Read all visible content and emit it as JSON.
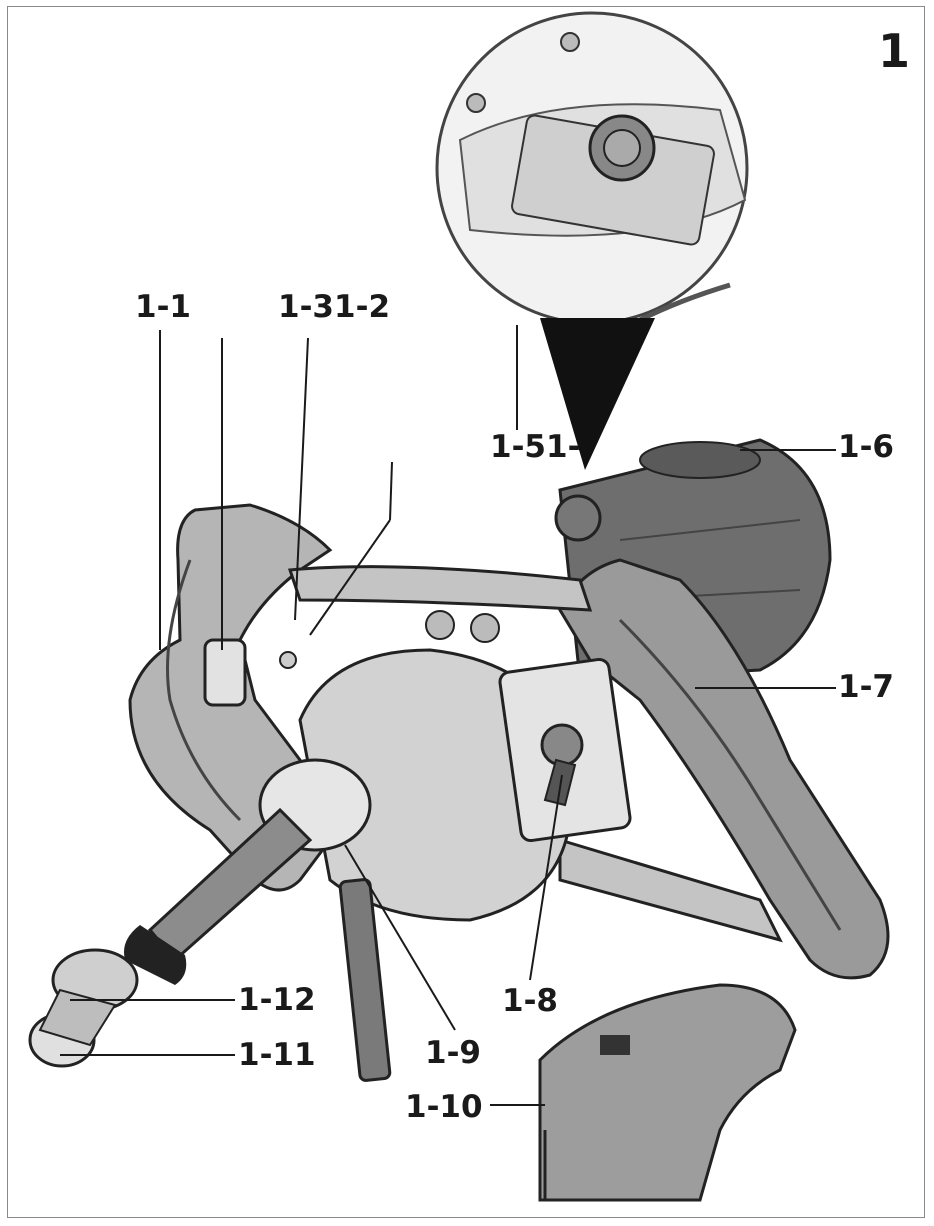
{
  "figure": {
    "number": "1"
  },
  "callouts": [
    {
      "id": "1-1",
      "text": "1-1"
    },
    {
      "id": "1-31-2",
      "text": "1-31-2"
    },
    {
      "id": "1-51",
      "text": "1-51-"
    },
    {
      "id": "1-6",
      "text": "1-6"
    },
    {
      "id": "1-7",
      "text": "1-7"
    },
    {
      "id": "1-8",
      "text": "1-8"
    },
    {
      "id": "1-9",
      "text": "1-9"
    },
    {
      "id": "1-10",
      "text": "1-10"
    },
    {
      "id": "1-11",
      "text": "1-11"
    },
    {
      "id": "1-12",
      "text": "1-12"
    }
  ],
  "colors": {
    "ink": "#1a1a1a",
    "tool_dark": "#6e6e6e",
    "tool_mid": "#a9a9a9",
    "tool_light": "#d8d8d8",
    "frame": "#8a8a8a"
  }
}
